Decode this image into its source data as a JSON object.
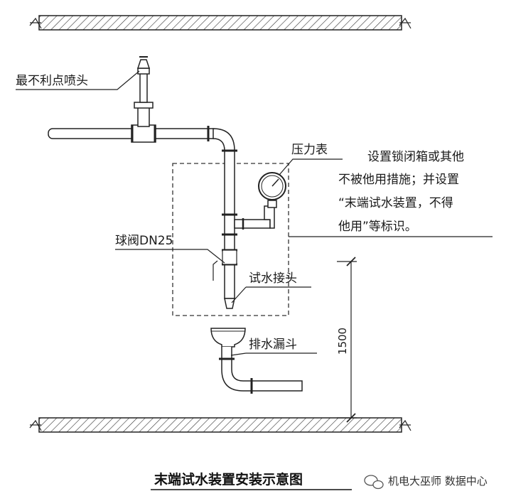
{
  "labels": {
    "sprinkler": "最不利点喷头",
    "pressure_gauge": "压力表",
    "ball_valve": "球阀DN25",
    "test_connector": "试水接头",
    "drain_funnel": "排水漏斗"
  },
  "note_lines": [
    "设置锁闭箱或其他",
    "不被他用措施；并设置",
    "“末端试水装置，不得",
    "他用”等标识。"
  ],
  "dimension": "1500",
  "caption": "末端试水装置安装示意图",
  "watermark": "机电大巫师 数据中心"
}
